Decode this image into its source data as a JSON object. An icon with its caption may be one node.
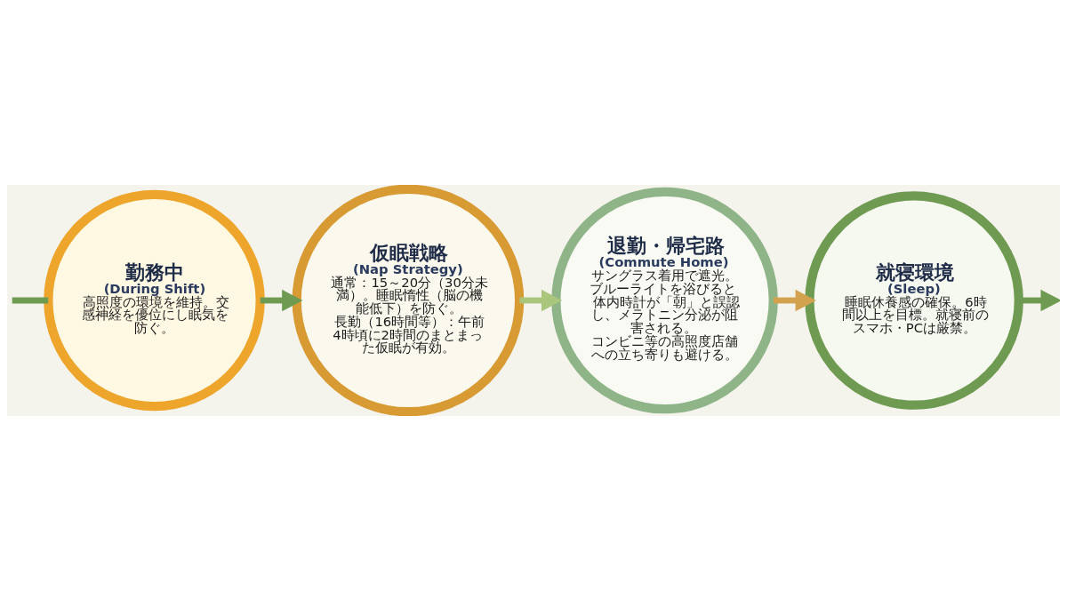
{
  "diagram": {
    "nodes": [
      {
        "text": [
          "勤務中",
          "(During Shift)",
          "高照度の環境を維持。交感神経を優位にし眠気を防ぐ。"
        ]
      },
      {
        "text": [
          "仮眠戦略",
          "(Nap Strategy)",
          "通常：15～20分（30分未満）。睡眠惰性（脳の機能低下）を防ぐ。",
          "長勤（16時間等）：午前4時頃に2時間のまとまった仮眠が有効。"
        ]
      },
      {
        "text": [
          "退勤・帰宅路",
          "(Commute Home)",
          "サングラス着用で遮光。ブルーライトを浴びると体内時計が「朝」と誤認し、メラトニン分泌が阻害される。",
          "コンビニ等の高照度店舗への立ち寄りも避ける。"
        ]
      },
      {
        "text": [
          "就寝環境",
          "(Sleep)",
          "睡眠休養感の確保。6時間以上を目標。就寝前のスマホ・PCは厳禁。"
        ]
      }
    ],
    "edges": [
      {
        "from": null,
        "to": 0,
        "arrow": "none"
      },
      {
        "from": 0,
        "to": 1,
        "arrow": "to"
      },
      {
        "from": 1,
        "to": 2,
        "arrow": "to",
        "color": "#a9c67c"
      },
      {
        "from": 2,
        "to": 3,
        "arrow": "to",
        "color": "#d2a24e"
      },
      {
        "from": 3,
        "to": null,
        "arrow": "to"
      }
    ]
  }
}
